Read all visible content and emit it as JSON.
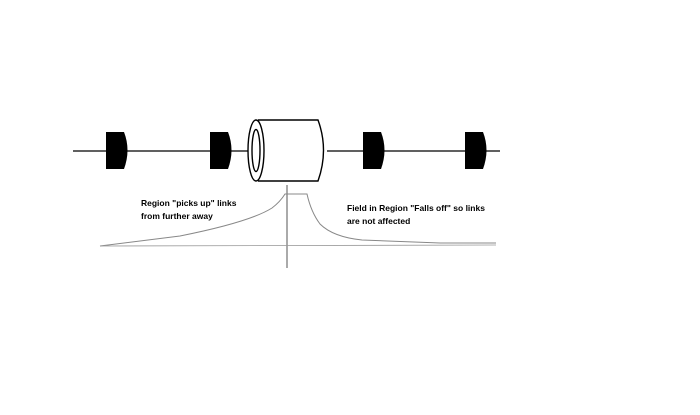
{
  "colors": {
    "background": "#ffffff",
    "line": "#000000",
    "link_fill": "#000000",
    "curve": "#888888",
    "axis": "#555555"
  },
  "annotations": {
    "left_line1": "Region \"picks up\" links",
    "left_line2": "from further away",
    "right_line1": "Field in Region \"Falls off\" so links",
    "right_line2": "are not affected"
  },
  "icons": {
    "links": "filled-chain-link-block",
    "sleeve": "hollow-cylinder-outline"
  }
}
